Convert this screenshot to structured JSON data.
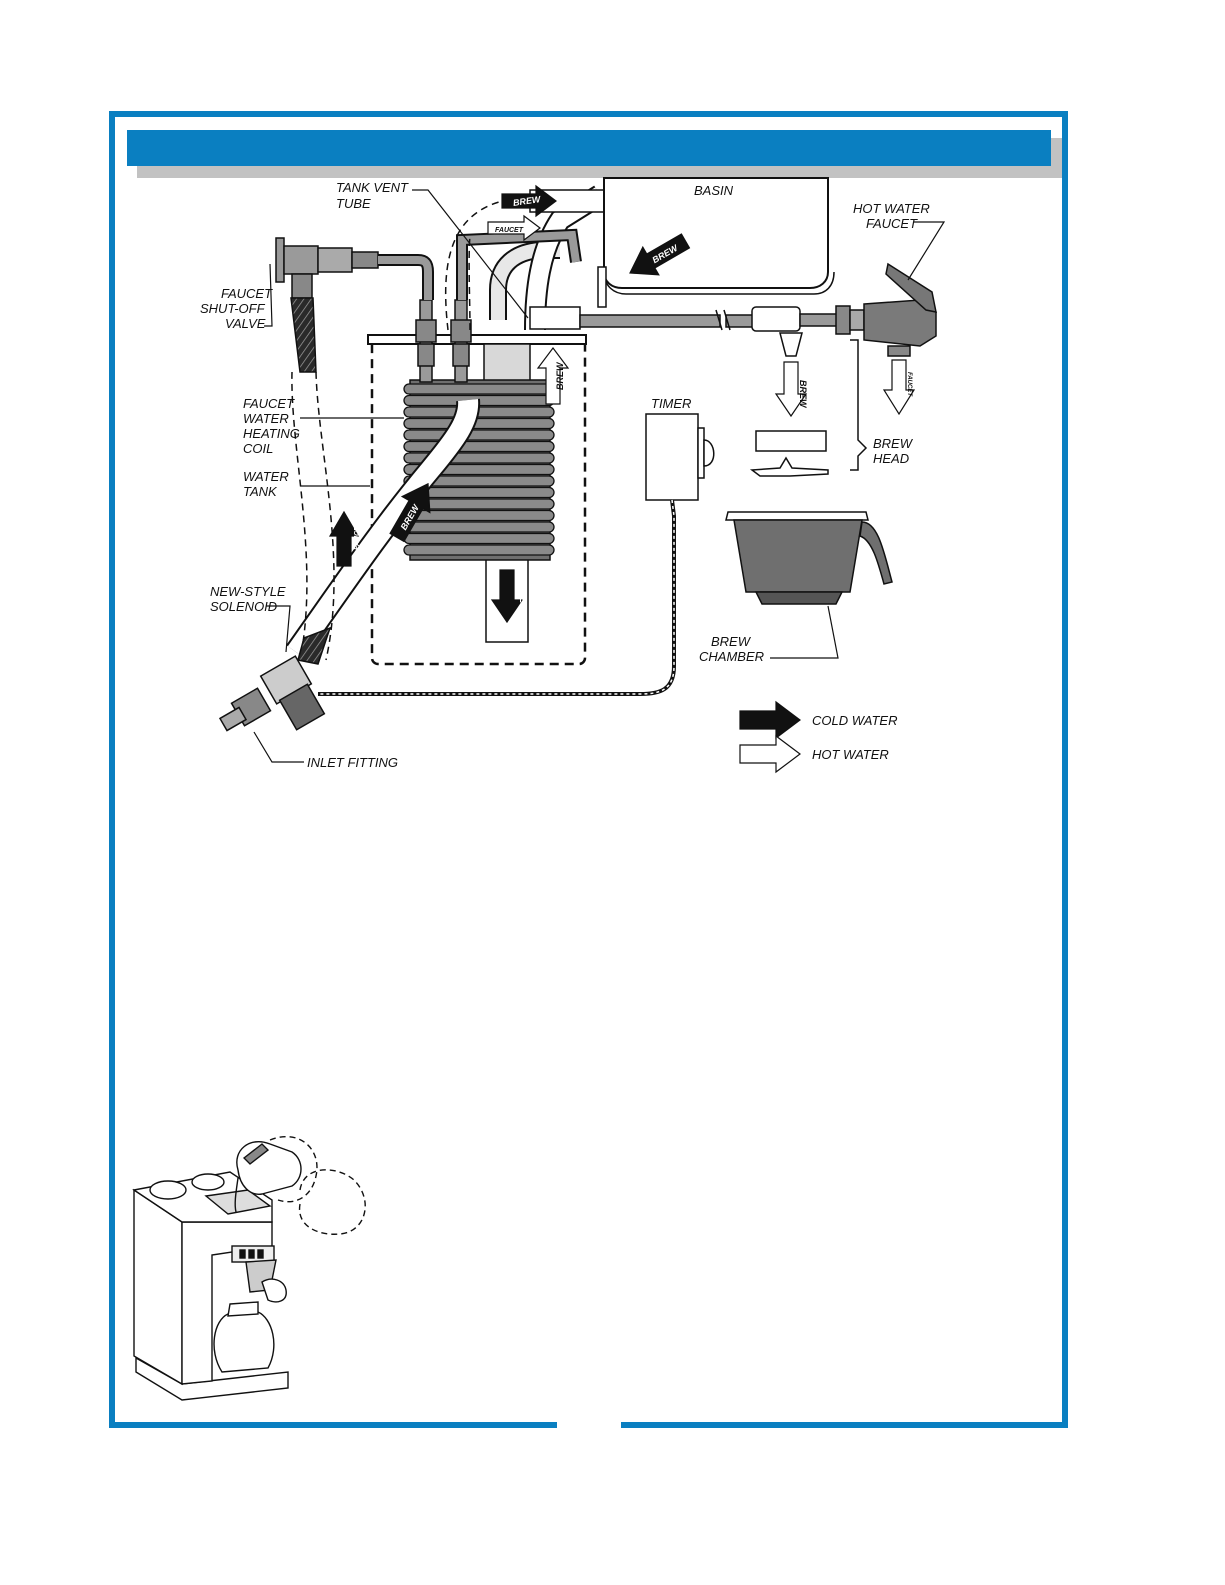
{
  "colors": {
    "frame_blue": "#0a7fc1",
    "ink": "#111111",
    "metal": "#8a8a8a",
    "dark": "#555555"
  },
  "diagram": {
    "labels": {
      "tank_vent_tube_line1": "TANK VENT",
      "tank_vent_tube_line2": "TUBE",
      "basin": "BASIN",
      "hot_water_faucet_line1": "HOT WATER",
      "hot_water_faucet_line2": "FAUCET",
      "faucet_shutoff_line1": "FAUCET",
      "faucet_shutoff_line2": "SHUT-OFF",
      "faucet_shutoff_line3": "VALVE",
      "heating_coil_line1": "FAUCET",
      "heating_coil_line2": "WATER",
      "heating_coil_line3": "HEATING",
      "heating_coil_line4": "COIL",
      "water_tank_line1": "WATER",
      "water_tank_line2": "TANK",
      "timer": "TIMER",
      "brew_head_line1": "BREW",
      "brew_head_line2": "HEAD",
      "solenoid_line1": "NEW-STYLE",
      "solenoid_line2": "SOLENOID",
      "brew_chamber_line1": "BREW",
      "brew_chamber_line2": "CHAMBER",
      "inlet_fitting": "INLET FITTING"
    },
    "arrow_texts": {
      "brew": "BREW",
      "faucet": "FAUCET"
    },
    "legend": {
      "cold_water": "COLD WATER",
      "hot_water": "HOT WATER"
    }
  }
}
